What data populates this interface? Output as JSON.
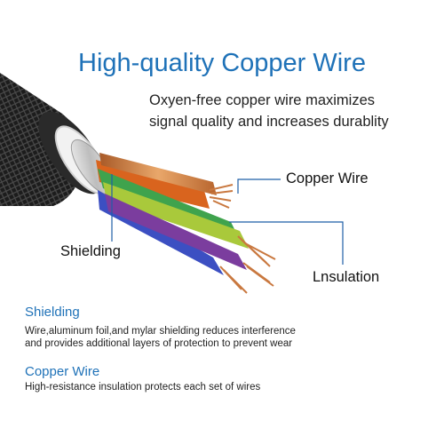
{
  "header": {
    "title": "High-quality Copper Wire",
    "subtitle_line1": "Oxyen-free copper wire maximizes",
    "subtitle_line2": "signal quality and increases durablity"
  },
  "callouts": {
    "copper_wire": "Copper Wire",
    "shielding": "Shielding",
    "insulation": "Lnsulation"
  },
  "sections": [
    {
      "heading": "Shielding",
      "line1": "Wire,aluminum foil,and mylar shielding reduces interference",
      "line2": "and provides additional layers of protection to prevent wear"
    },
    {
      "heading": "Copper Wire",
      "line1": "High-resistance insulation protects each set of wires"
    }
  ],
  "colors": {
    "accent": "#1f72b8",
    "callout_line": "#1f5fa6",
    "wire_green": "#3fa34d",
    "wire_blue": "#3c4fc2",
    "wire_purple": "#7b3d9e",
    "wire_orange": "#d9641e",
    "wire_yellow_green": "#a9c93b",
    "copper": "#c9783f"
  }
}
